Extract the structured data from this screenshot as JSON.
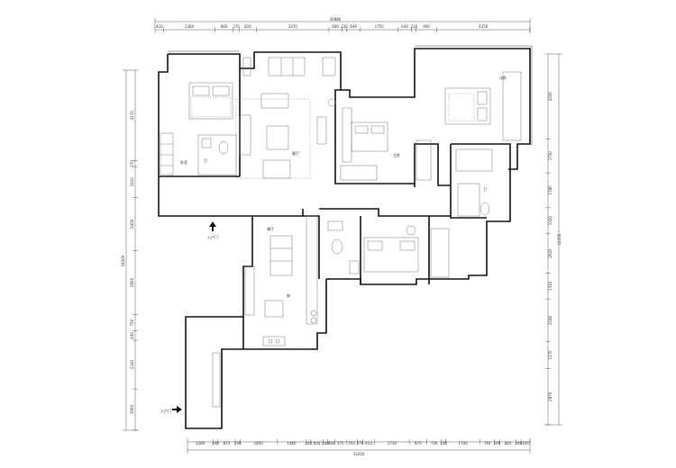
{
  "top_total": "30880",
  "bottom_total": "33200",
  "right_total": "12150",
  "left_total": "18300",
  "top_dims": [
    "410",
    "2380",
    "860",
    "270",
    "820",
    "3370",
    "600",
    "230",
    "640",
    "1750",
    "640",
    "210",
    "960",
    "4350"
  ],
  "bottom_dims": [
    "1280",
    "240",
    "870",
    "240",
    "1850",
    "1460",
    "240",
    "600",
    "240",
    "360",
    "570",
    "550",
    "270",
    "610",
    "1730",
    "870",
    "730",
    "230",
    "1700",
    "740",
    "240",
    "840",
    "240",
    "450"
  ],
  "left_dims": [
    "4170",
    "270",
    "1410",
    "2450",
    "2950",
    "750",
    "430",
    "2240",
    "1900"
  ],
  "right_dims": [
    "4330",
    "1730",
    "1780",
    "1320",
    "2020",
    "1310",
    "2180",
    "1370",
    "2870"
  ],
  "entrance_label_1": "入户门",
  "entrance_label_2": "入户门",
  "room_labels": [
    "主卧",
    "卧室",
    "客厅",
    "次卧",
    "卫",
    "卫",
    "厨",
    "餐厅"
  ]
}
